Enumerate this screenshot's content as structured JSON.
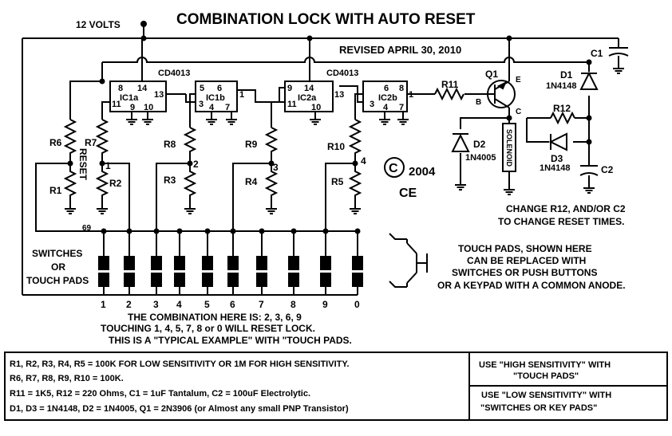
{
  "title": "COMBINATION LOCK WITH AUTO RESET",
  "revised": "REVISED APRIL 30, 2010",
  "supply": "12 VOLTS",
  "chips": [
    {
      "name": "CD4013",
      "units": [
        {
          "label": "IC1a",
          "pins": [
            "8",
            "14",
            "11",
            "9",
            "10",
            "13"
          ]
        },
        {
          "label": "IC1b",
          "pins": [
            "5",
            "6",
            "3",
            "4",
            "7",
            "1"
          ]
        }
      ]
    },
    {
      "name": "CD4013",
      "units": [
        {
          "label": "IC2a",
          "pins": [
            "9",
            "14",
            "11",
            "10",
            "13"
          ]
        },
        {
          "label": "IC2b",
          "pins": [
            "6",
            "8",
            "3",
            "4",
            "7",
            "1"
          ]
        }
      ]
    }
  ],
  "labels": {
    "reset": "RESET",
    "r6": "R6",
    "r1": "R1",
    "r7": "R7",
    "r2": "R2",
    "r8": "R8",
    "r3": "R3",
    "r9": "R9",
    "r4": "R4",
    "r10": "R10",
    "r5": "R5",
    "r11": "R11",
    "r12": "R12",
    "q1": "Q1",
    "e": "E",
    "b": "B",
    "c": "C",
    "d1": "D1",
    "d1_part": "1N4148",
    "d2": "D2",
    "d2_part": "1N4005",
    "d3": "D3",
    "d3_part": "1N4148",
    "c1": "C1",
    "c2": "C2",
    "solenoid": "SOLENOID",
    "node1": "1",
    "node2": "2",
    "node3": "3",
    "node4": "4",
    "ref69": "69"
  },
  "copyright": {
    "symbol": "C",
    "year": "2004",
    "mark": "CE"
  },
  "switches_label": [
    "SWITCHES",
    "OR",
    "TOUCH PADS"
  ],
  "switch_numbers": [
    "1",
    "2",
    "3",
    "4",
    "5",
    "6",
    "7",
    "8",
    "9",
    "0"
  ],
  "combination_text": [
    "THE COMBINATION HERE IS:  2, 3, 6, 9",
    "TOUCHING 1, 4, 5, 7, 8  or  0 WILL RESET LOCK.",
    "THIS IS A    \"TYPICAL EXAMPLE\"   WITH \"TOUCH PADS."
  ],
  "reset_note": [
    "CHANGE R12, AND/OR C2",
    "TO CHANGE RESET TIMES."
  ],
  "touch_note": [
    "TOUCH PADS, SHOWN HERE",
    "CAN BE REPLACED  WITH",
    "SWITCHES OR PUSH BUTTONS",
    "OR A KEYPAD WITH A COMMON ANODE."
  ],
  "parts_list": [
    "R1, R2, R3, R4, R5 = 100K FOR LOW SENSITIVITY OR 1M FOR HIGH SENSITIVITY.",
    "R6, R7, R8, R9, R10 = 100K.",
    "R11 = 1K5, R12 = 220 Ohms, C1 = 1uF Tantalum, C2 = 100uF Electrolytic.",
    "D1, D3 = 1N4148,    D2 = 1N4005,    Q1 = 2N3906 (or Almost any small PNP Transistor)"
  ],
  "sensitivity_notes": [
    [
      "USE \"HIGH SENSITIVITY\" WITH",
      "\"TOUCH PADS\""
    ],
    [
      "USE \"LOW SENSITIVITY\" WITH",
      "\"SWITCHES  OR  KEY PADS\""
    ]
  ]
}
